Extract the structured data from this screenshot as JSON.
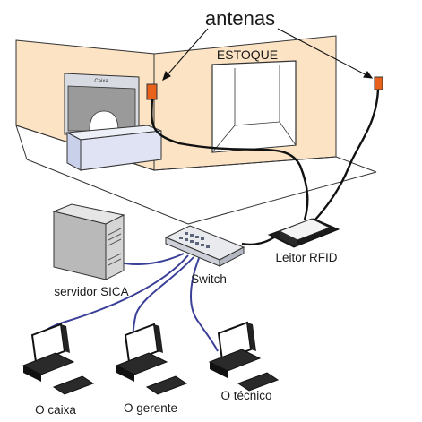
{
  "labels": {
    "antennas": "antenas",
    "stock_room": "ESTOQUE",
    "cashier_sign": "Caixa",
    "server": "servidor SICA",
    "switch": "Switch",
    "reader": "Leitor RFID",
    "station_cashier": "O caixa",
    "station_manager": "O gerente",
    "station_technician": "O técnico"
  },
  "colors": {
    "wall": "#fbe3c4",
    "antenna": "#e8621c",
    "cable_network": "#3a3f98",
    "cable_antenna": "#111111",
    "floor_line": "#222222"
  }
}
